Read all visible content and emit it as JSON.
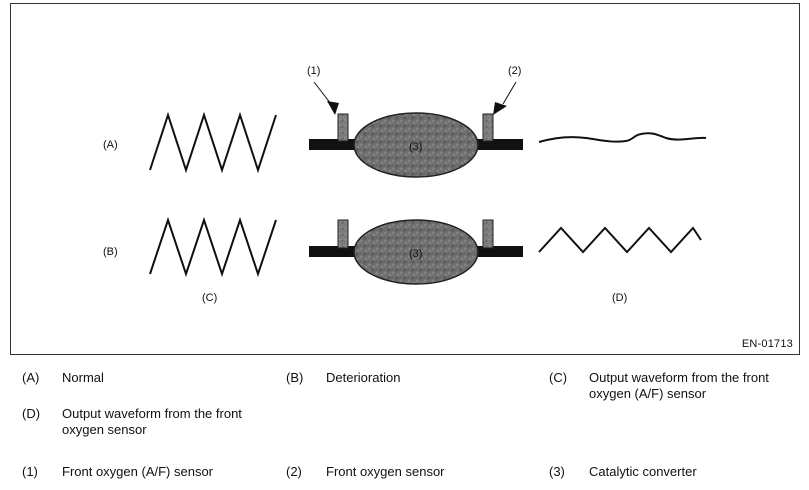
{
  "figure": {
    "id": "EN-01713",
    "row_labels": [
      "(A)",
      "(B)"
    ],
    "column_labels": [
      "(C)",
      "(D)"
    ],
    "sensor_callouts": [
      "(1)",
      "(2)"
    ],
    "converter_labels": [
      "(3)",
      "(3)"
    ]
  },
  "legend": [
    {
      "key": "(A)",
      "text": "Normal"
    },
    {
      "key": "(B)",
      "text": "Deterioration"
    },
    {
      "key": "(C)",
      "text": "Output waveform from the front oxygen (A/F) sensor"
    },
    {
      "key": "(D)",
      "text": "Output waveform from the front oxygen sensor"
    },
    {
      "key": "(1)",
      "text": "Front oxygen (A/F) sensor"
    },
    {
      "key": "(2)",
      "text": "Front oxygen sensor"
    },
    {
      "key": "(3)",
      "text": "Catalytic converter"
    }
  ],
  "colors": {
    "line": "#111111",
    "pipe": "#111111",
    "converter_fill": "#6a6a6a",
    "sensor_fill": "#7a7a7a"
  }
}
